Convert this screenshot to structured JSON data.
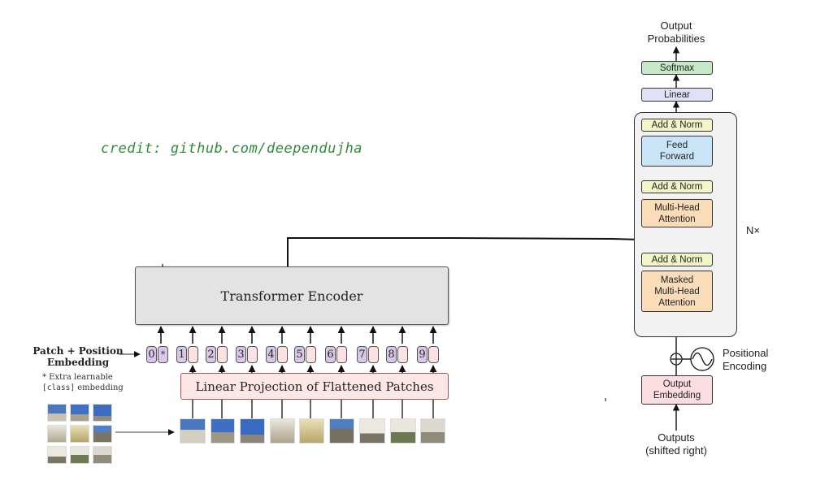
{
  "credit": "credit: github.com/deependujha",
  "vit": {
    "encoder_label": "Transformer Encoder",
    "projection_label": "Linear Projection of Flattened Patches",
    "ppe_label_line1": "Patch + Position",
    "ppe_label_line2": "Embedding",
    "extra_line1": "* Extra learnable",
    "extra_line2_code": "[class]",
    "extra_line2_text": " embedding",
    "class_token_star": "*",
    "tokens": [
      "0",
      "1",
      "2",
      "3",
      "4",
      "5",
      "6",
      "7",
      "8",
      "9"
    ]
  },
  "decoder": {
    "output_probs_line1": "Output",
    "output_probs_line2": "Probabilities",
    "softmax": "Softmax",
    "linear": "Linear",
    "add_norm": "Add & Norm",
    "feed_forward_line1": "Feed",
    "feed_forward_line2": "Forward",
    "mha_line1": "Multi-Head",
    "mha_line2": "Attention",
    "masked_line1": "Masked",
    "masked_line2": "Multi-Head",
    "masked_line3": "Attention",
    "nx": "N×",
    "positional_line1": "Positional",
    "positional_line2": "Encoding",
    "output_emb_line1": "Output",
    "output_emb_line2": "Embedding",
    "outputs_line1": "Outputs",
    "outputs_line2": "(shifted right)"
  },
  "colors": {
    "credit": "#2e8b3a",
    "encoder_fill": "#e3e3e3",
    "projection_fill": "#fde6e6",
    "token_number_fill": "#d9c7e8",
    "add_norm_fill": "#f2f5c7",
    "feed_forward_fill": "#c8e4f6",
    "attention_fill": "#fbdcb9",
    "softmax_fill": "#c6e8c8",
    "linear_fill": "#dfe1f4",
    "embedding_fill": "#fcdde1"
  }
}
